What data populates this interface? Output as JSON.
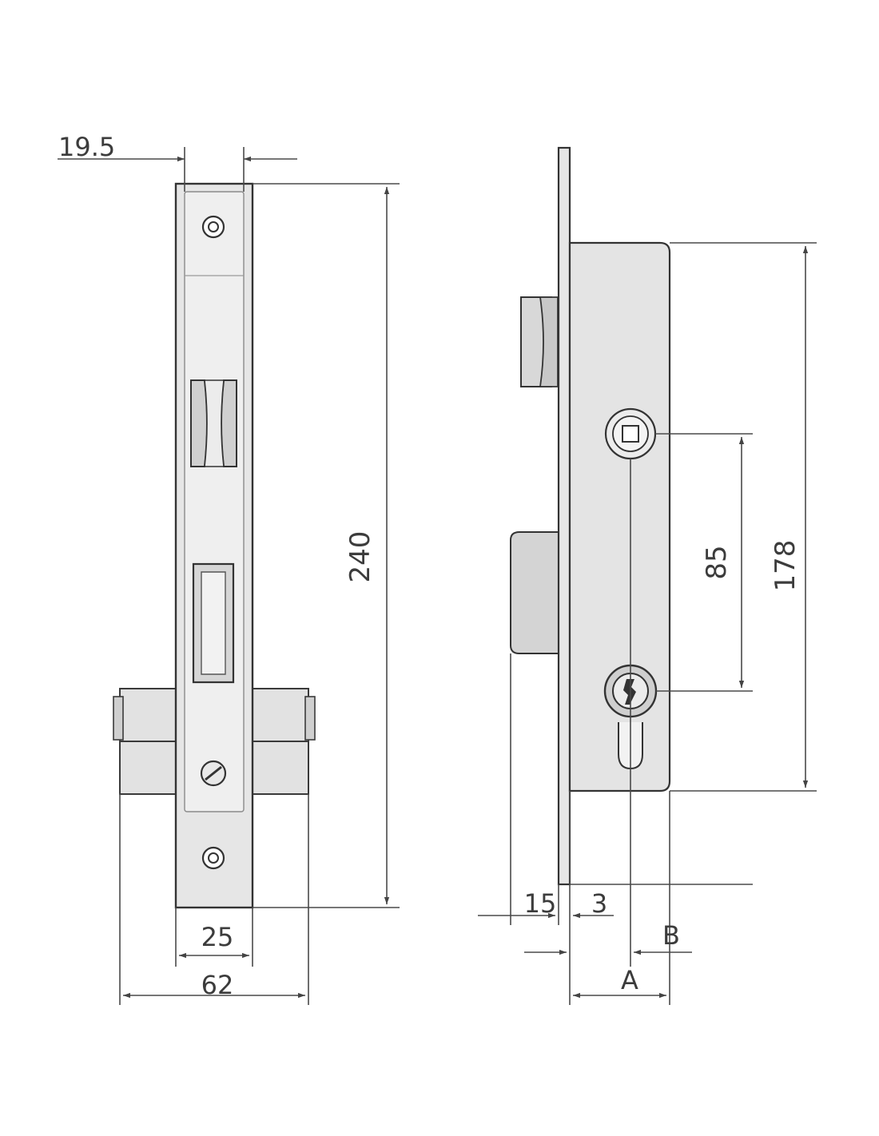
{
  "colors": {
    "line": "#4a4a4a",
    "text": "#3c3c3c",
    "face_plate": "#e6e6e6",
    "plate_light": "#f0f0f0",
    "body_fill": "#e4e4e4",
    "cutout": "#d3d3d3",
    "background": "#ffffff"
  },
  "front_view": {
    "dim_top_width": "19.5",
    "dim_height": "240",
    "dim_plate_width": "25",
    "dim_overall_width": "62"
  },
  "side_view": {
    "dim_handle_to_cylinder": "85",
    "dim_body_height": "178",
    "dim_plate_thickness": "15",
    "dim_plate_offset": "3",
    "label_backset_cylinder": "B",
    "label_backset_total": "A"
  }
}
